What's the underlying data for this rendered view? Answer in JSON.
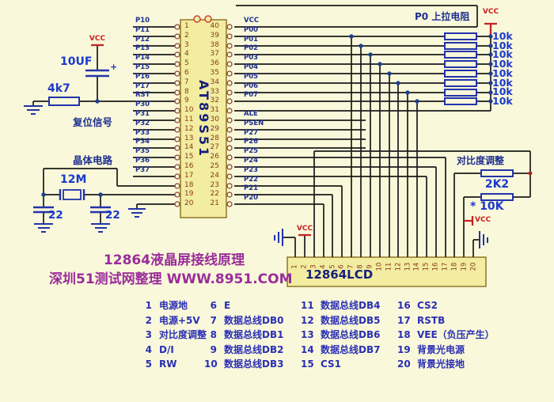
{
  "title": {
    "line1": "12864液晶屏接线原理",
    "line2": "深圳51测试网整理 WWW.8951.COM"
  },
  "chip": {
    "name": "AT89S51",
    "left_pins": [
      {
        "num": "1",
        "label": "P10"
      },
      {
        "num": "2",
        "label": "P11"
      },
      {
        "num": "3",
        "label": "P12"
      },
      {
        "num": "4",
        "label": "P13"
      },
      {
        "num": "5",
        "label": "P14"
      },
      {
        "num": "6",
        "label": "P15"
      },
      {
        "num": "7",
        "label": "P16"
      },
      {
        "num": "8",
        "label": "P17"
      },
      {
        "num": "9",
        "label": "RST"
      },
      {
        "num": "10",
        "label": "P30"
      },
      {
        "num": "11",
        "label": "P31"
      },
      {
        "num": "12",
        "label": "P32"
      },
      {
        "num": "13",
        "label": "P33"
      },
      {
        "num": "14",
        "label": "P34"
      },
      {
        "num": "15",
        "label": "P35"
      },
      {
        "num": "16",
        "label": "P36"
      },
      {
        "num": "17",
        "label": "P37"
      },
      {
        "num": "18",
        "label": ""
      },
      {
        "num": "19",
        "label": ""
      },
      {
        "num": "20",
        "label": ""
      }
    ],
    "right_pins": [
      {
        "num": "40",
        "label": "VCC"
      },
      {
        "num": "39",
        "label": "P00"
      },
      {
        "num": "38",
        "label": "P01"
      },
      {
        "num": "37",
        "label": "P02"
      },
      {
        "num": "36",
        "label": "P03"
      },
      {
        "num": "35",
        "label": "P04"
      },
      {
        "num": "34",
        "label": "P05"
      },
      {
        "num": "33",
        "label": "P06"
      },
      {
        "num": "32",
        "label": "P07"
      },
      {
        "num": "31",
        "label": ""
      },
      {
        "num": "30",
        "label": "ALE"
      },
      {
        "num": "29",
        "label": "PSEN"
      },
      {
        "num": "28",
        "label": "P27"
      },
      {
        "num": "27",
        "label": "P26"
      },
      {
        "num": "26",
        "label": "P25"
      },
      {
        "num": "25",
        "label": "P24"
      },
      {
        "num": "24",
        "label": "P23"
      },
      {
        "num": "23",
        "label": "P22"
      },
      {
        "num": "22",
        "label": "P21"
      },
      {
        "num": "21",
        "label": "P20"
      }
    ]
  },
  "reset_circuit": {
    "vcc": "VCC",
    "capacitor": "10UF",
    "polarity": "+",
    "resistor": "4k7",
    "label": "复位信号"
  },
  "crystal_circuit": {
    "label": "晶体电路",
    "crystal": "12M",
    "cap_left": "22",
    "cap_right": "22"
  },
  "pullups": {
    "label": "P0 上拉电阻",
    "vcc": "VCC",
    "resistors": [
      "10k",
      "10k",
      "10k",
      "10k",
      "10k",
      "10k",
      "10k",
      "10k"
    ]
  },
  "contrast": {
    "label": "对比度调整",
    "r_top": "2K2",
    "r_bottom": "* 10K",
    "vcc": "VCC"
  },
  "lcd": {
    "name": "12864LCD",
    "vcc_pin2": "VCC",
    "vcc_pin19": "VCC",
    "pins": [
      "1",
      "2",
      "3",
      "4",
      "5",
      "6",
      "7",
      "8",
      "9",
      "10",
      "11",
      "12",
      "13",
      "14",
      "15",
      "16",
      "17",
      "18",
      "19",
      "20"
    ]
  },
  "legend": {
    "c1": [
      {
        "n": "1",
        "t": "电源地"
      },
      {
        "n": "2",
        "t": "电源+5V"
      },
      {
        "n": "3",
        "t": "对比度调整"
      },
      {
        "n": "4",
        "t": "D/I"
      },
      {
        "n": "5",
        "t": "RW"
      }
    ],
    "c2": [
      {
        "n": "6",
        "t": "E"
      },
      {
        "n": "7",
        "t": "数据总线DB0"
      },
      {
        "n": "8",
        "t": "数据总线DB1"
      },
      {
        "n": "9",
        "t": "数据总线DB2"
      },
      {
        "n": "10",
        "t": "数据总线DB3"
      }
    ],
    "c3": [
      {
        "n": "11",
        "t": "数据总线DB4"
      },
      {
        "n": "12",
        "t": "数据总线DB5"
      },
      {
        "n": "13",
        "t": "数据总线DB6"
      },
      {
        "n": "14",
        "t": "数据总线DB7"
      },
      {
        "n": "15",
        "t": "CS1"
      }
    ],
    "c4": [
      {
        "n": "16",
        "t": "CS2"
      },
      {
        "n": "17",
        "t": "RSTB"
      },
      {
        "n": "18",
        "t": "VEE（负压产生）"
      },
      {
        "n": "19",
        "t": "背景光电源"
      },
      {
        "n": "20",
        "t": "背景光接地"
      }
    ]
  }
}
